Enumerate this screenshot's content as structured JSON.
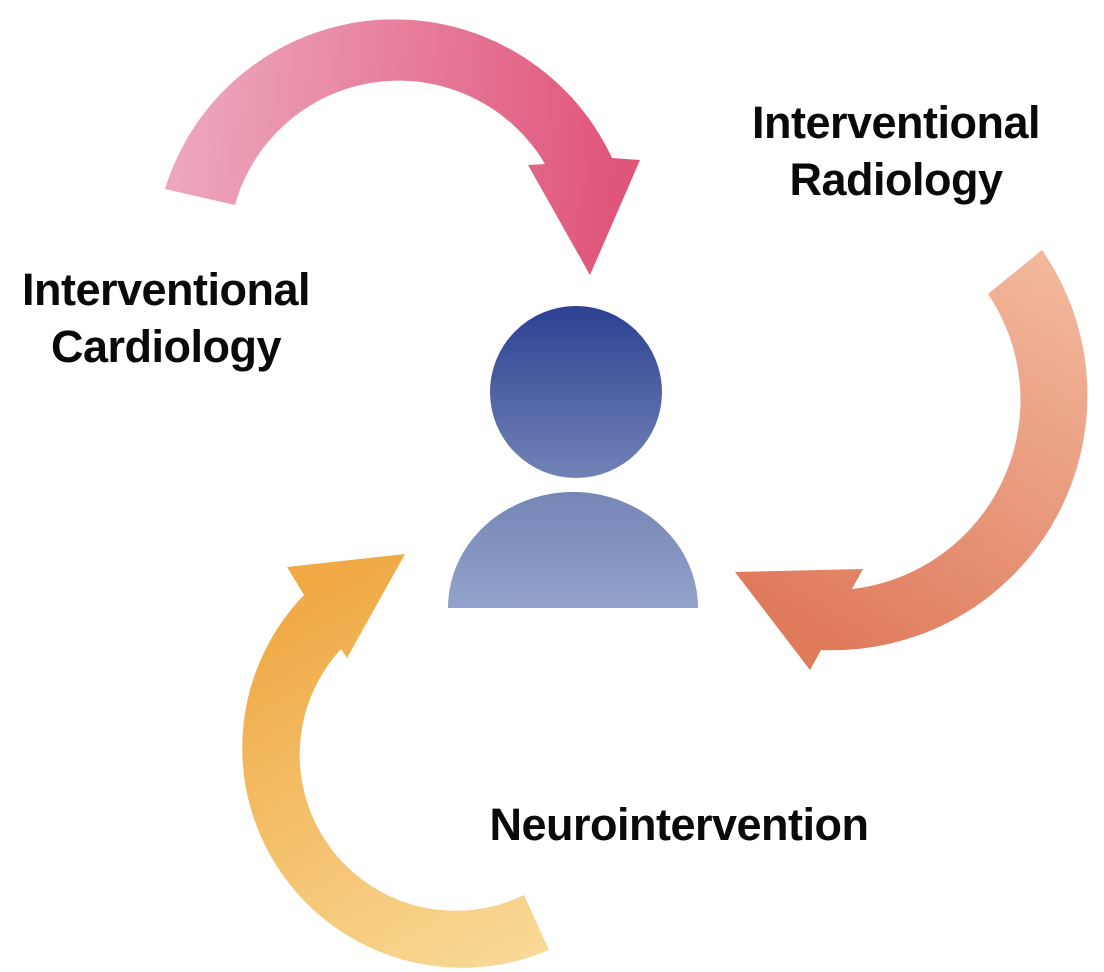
{
  "diagram": {
    "description": "Three curved arrows pointing at a central person icon",
    "labels": {
      "cardiology_line1": "Interventional",
      "cardiology_line2": "Cardiology",
      "radiology_line1": "Interventional",
      "radiology_line2": "Radiology",
      "neurointervention": "Neurointervention"
    },
    "colors": {
      "background": "#ffffff",
      "label_text": "#0a0a0a",
      "cardiology_arrow_light": "#eda6bc",
      "cardiology_arrow_dark": "#e0557a",
      "radiology_arrow_light": "#f2b79c",
      "radiology_arrow_dark": "#df7a5b",
      "neuro_arrow_light": "#f8d995",
      "neuro_arrow_dark": "#f0a945",
      "person_head_top": "#2d4092",
      "person_head_bottom": "#7183b5",
      "person_body_top": "#7585b5",
      "person_body_bottom": "#93a2ca"
    }
  }
}
